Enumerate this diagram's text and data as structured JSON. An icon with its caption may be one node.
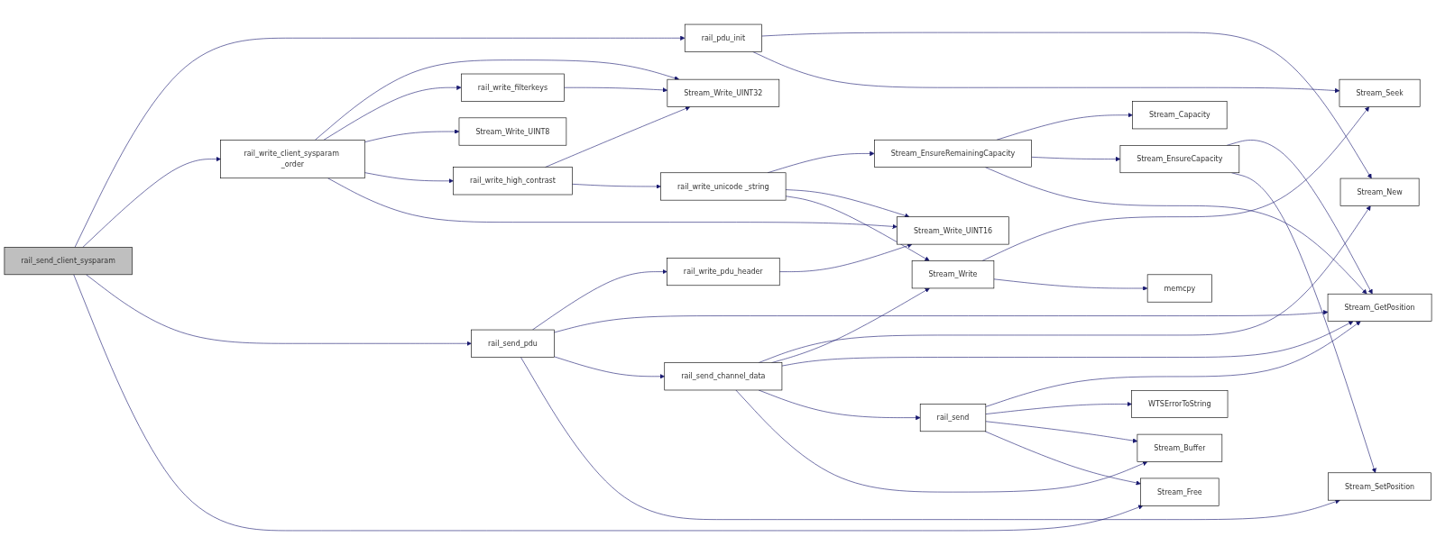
{
  "diagram": {
    "nodes": [
      {
        "text": [
          "rail_send_client_sysparam"
        ]
      },
      {
        "text": [
          "rail_pdu_init"
        ]
      },
      {
        "text": [
          "rail_write_client_sysparam _order"
        ]
      },
      {
        "text": [
          "rail_send_pdu"
        ]
      },
      {
        "text": [
          "Stream_Free"
        ]
      },
      {
        "text": [
          "Stream_Write_UINT32"
        ]
      },
      {
        "text": [
          "Stream_New"
        ]
      },
      {
        "text": [
          "Stream_Seek"
        ]
      },
      {
        "text": [
          "rail_write_filterkeys"
        ]
      },
      {
        "text": [
          "Stream_Write_UINT8"
        ]
      },
      {
        "text": [
          "rail_write_high_contrast"
        ]
      },
      {
        "text": [
          "Stream_Write_UINT16"
        ]
      },
      {
        "text": [
          "rail_write_unicode _string"
        ]
      },
      {
        "text": [
          "Stream_EnsureRemainingCapacity"
        ]
      },
      {
        "text": [
          "Stream_Capacity"
        ]
      },
      {
        "text": [
          "Stream_EnsureCapacity"
        ]
      },
      {
        "text": [
          "Stream_GetPosition"
        ]
      },
      {
        "text": [
          "Stream_SetPosition"
        ]
      },
      {
        "text": [
          "Stream_Write"
        ]
      },
      {
        "text": [
          "memcpy"
        ]
      },
      {
        "text": [
          "rail_write_pdu_header"
        ]
      },
      {
        "text": [
          "rail_send_channel_data"
        ]
      },
      {
        "text": [
          "rail_send"
        ]
      },
      {
        "text": [
          "WTSErrorToString"
        ]
      },
      {
        "text": [
          "Stream_Buffer"
        ]
      }
    ],
    "edges": [
      {
        "from": 0,
        "to": 1,
        "arrow": "to"
      },
      {
        "from": 0,
        "to": 2,
        "arrow": "to"
      },
      {
        "from": 0,
        "to": 3,
        "arrow": "to"
      },
      {
        "from": 0,
        "to": 4,
        "arrow": "to"
      },
      {
        "from": 1,
        "to": 6,
        "arrow": "to"
      },
      {
        "from": 1,
        "to": 7,
        "arrow": "to"
      },
      {
        "from": 2,
        "to": 5,
        "arrow": "to"
      },
      {
        "from": 2,
        "to": 8,
        "arrow": "to"
      },
      {
        "from": 2,
        "to": 9,
        "arrow": "to"
      },
      {
        "from": 2,
        "to": 10,
        "arrow": "to"
      },
      {
        "from": 2,
        "to": 11,
        "arrow": "to"
      },
      {
        "from": 8,
        "to": 5,
        "arrow": "to"
      },
      {
        "from": 10,
        "to": 5,
        "arrow": "to"
      },
      {
        "from": 10,
        "to": 12,
        "arrow": "to"
      },
      {
        "from": 12,
        "to": 13,
        "arrow": "to"
      },
      {
        "from": 12,
        "to": 11,
        "arrow": "to"
      },
      {
        "from": 12,
        "to": 18,
        "arrow": "to"
      },
      {
        "from": 13,
        "to": 14,
        "arrow": "to"
      },
      {
        "from": 13,
        "to": 15,
        "arrow": "to"
      },
      {
        "from": 13,
        "to": 16,
        "arrow": "to"
      },
      {
        "from": 15,
        "to": 16,
        "arrow": "to"
      },
      {
        "from": 15,
        "to": 17,
        "arrow": "to"
      },
      {
        "from": 18,
        "to": 7,
        "arrow": "to"
      },
      {
        "from": 18,
        "to": 19,
        "arrow": "to"
      },
      {
        "from": 3,
        "to": 20,
        "arrow": "to"
      },
      {
        "from": 3,
        "to": 16,
        "arrow": "to"
      },
      {
        "from": 3,
        "to": 21,
        "arrow": "to"
      },
      {
        "from": 3,
        "to": 17,
        "arrow": "to"
      },
      {
        "from": 20,
        "to": 11,
        "arrow": "to"
      },
      {
        "from": 21,
        "to": 6,
        "arrow": "to"
      },
      {
        "from": 21,
        "to": 18,
        "arrow": "to"
      },
      {
        "from": 21,
        "to": 16,
        "arrow": "to"
      },
      {
        "from": 21,
        "to": 22,
        "arrow": "to"
      },
      {
        "from": 21,
        "to": 24,
        "arrow": "to"
      },
      {
        "from": 22,
        "to": 16,
        "arrow": "to"
      },
      {
        "from": 22,
        "to": 23,
        "arrow": "to"
      },
      {
        "from": 22,
        "to": 24,
        "arrow": "to"
      },
      {
        "from": 22,
        "to": 4,
        "arrow": "to"
      }
    ]
  }
}
